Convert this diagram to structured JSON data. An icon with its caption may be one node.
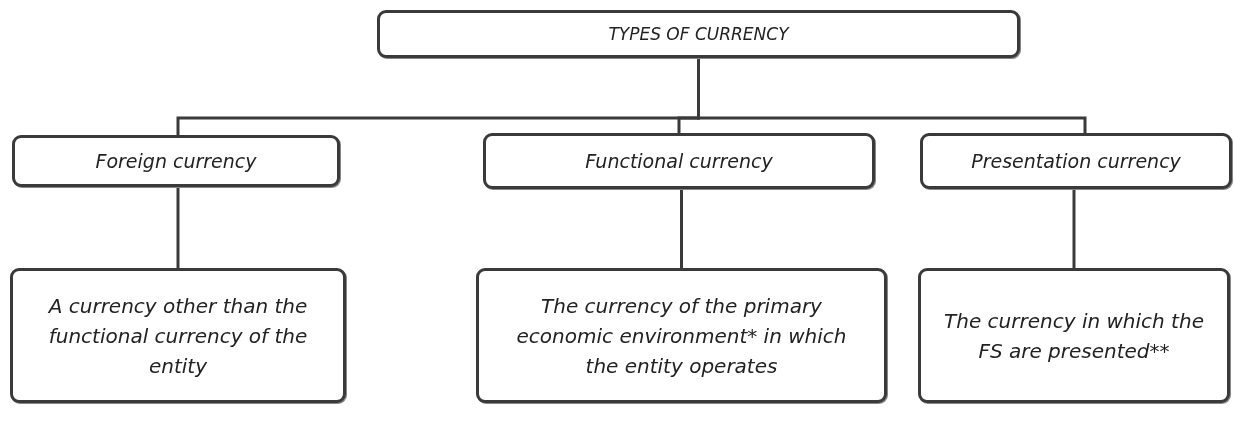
{
  "diagram": {
    "nodes": [
      {
        "text": [
          "TYPES OF CURRENCY"
        ]
      },
      {
        "text": [
          "Foreign currency"
        ]
      },
      {
        "text": [
          "Functional currency"
        ]
      },
      {
        "text": [
          "Presentation currency"
        ]
      },
      {
        "text": [
          "A currency other than the functional currency of the entity"
        ]
      },
      {
        "text": [
          "The currency of the primary economic environment* in which the entity operates"
        ]
      },
      {
        "text": [
          "The currency in which the FS are presented**"
        ]
      }
    ],
    "edges": [
      {
        "from": 0,
        "to": 1,
        "arrow": "none"
      },
      {
        "from": 0,
        "to": 2,
        "arrow": "none"
      },
      {
        "from": 0,
        "to": 3,
        "arrow": "none"
      },
      {
        "from": 1,
        "to": 4,
        "arrow": "none"
      },
      {
        "from": 2,
        "to": 5,
        "arrow": "none"
      },
      {
        "from": 3,
        "to": 6,
        "arrow": "none"
      }
    ]
  }
}
